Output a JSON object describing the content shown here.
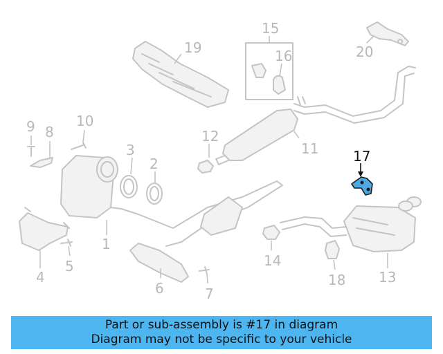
{
  "callouts": {
    "c1": "1",
    "c2": "2",
    "c3": "3",
    "c4": "4",
    "c5": "5",
    "c6": "6",
    "c7": "7",
    "c8": "8",
    "c9": "9",
    "c10": "10",
    "c11": "11",
    "c12": "12",
    "c13": "13",
    "c14": "14",
    "c15": "15",
    "c16": "16",
    "c17": "17",
    "c18": "18",
    "c19": "19",
    "c20": "20"
  },
  "highlight": {
    "callout": "17",
    "color": "#4fa8e6"
  },
  "banner": {
    "line1": "Part or sub-assembly is #17 in diagram",
    "line2": "Diagram may not be specific to your vehicle",
    "background": "#4db6f0"
  }
}
